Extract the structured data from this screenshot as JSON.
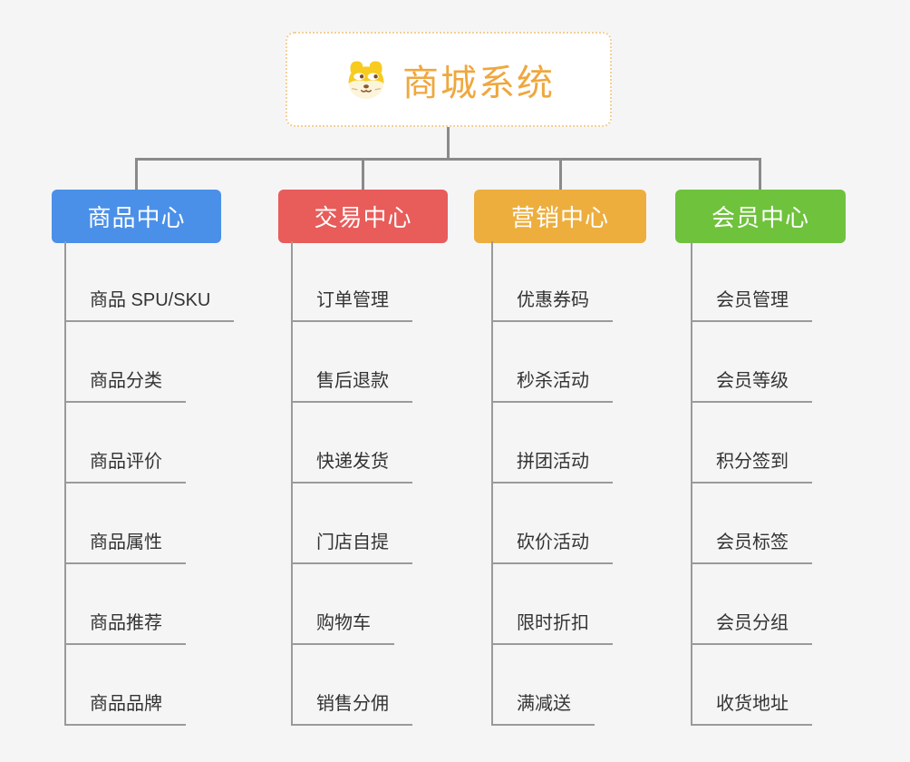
{
  "page": {
    "background_color": "#f5f5f6",
    "connector_color": "#8a8a8a"
  },
  "root": {
    "title": "商城系统",
    "icon": "shiba-dog-icon",
    "text_color": "#efa73d",
    "border_color": "#f3cf97",
    "background_color": "#ffffff"
  },
  "branches": [
    {
      "label": "商品中心",
      "color": "#4a90e8",
      "children": [
        "商品 SPU/SKU",
        "商品分类",
        "商品评价",
        "商品属性",
        "商品推荐",
        "商品品牌"
      ]
    },
    {
      "label": "交易中心",
      "color": "#e85c5a",
      "children": [
        "订单管理",
        "售后退款",
        "快递发货",
        "门店自提",
        "购物车",
        "销售分佣"
      ]
    },
    {
      "label": "营销中心",
      "color": "#edae3e",
      "children": [
        "优惠券码",
        "秒杀活动",
        "拼团活动",
        "砍价活动",
        "限时折扣",
        "满减送"
      ]
    },
    {
      "label": "会员中心",
      "color": "#6fc23c",
      "children": [
        "会员管理",
        "会员等级",
        "积分签到",
        "会员标签",
        "会员分组",
        "收货地址"
      ]
    }
  ]
}
